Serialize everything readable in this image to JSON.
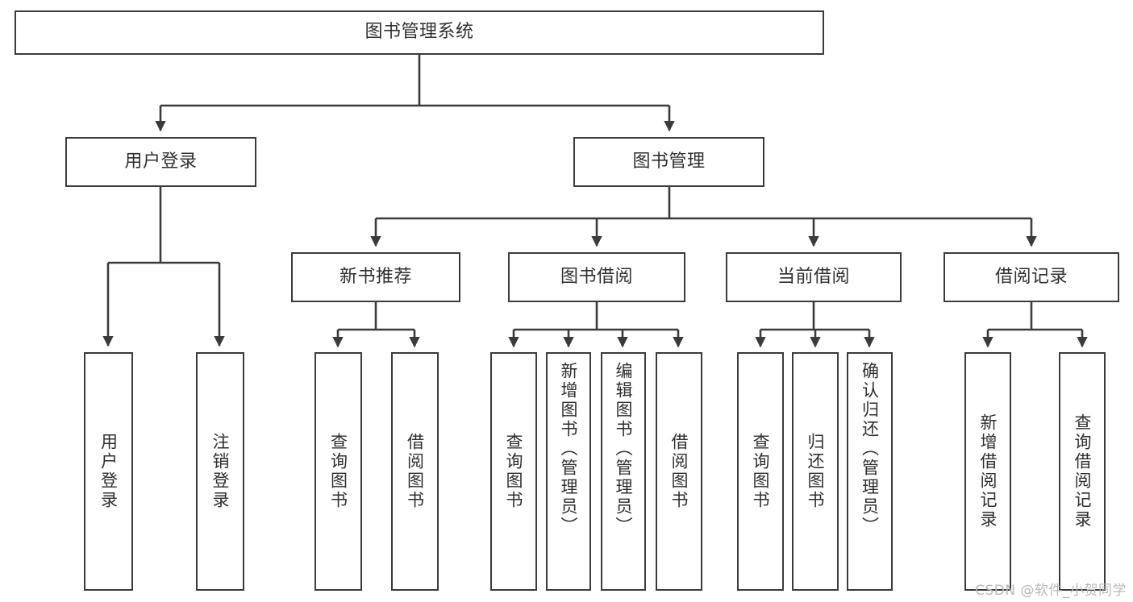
{
  "diagram": {
    "type": "tree-hierarchy",
    "title": "图书管理系统",
    "orientation": "top-down",
    "root": {
      "id": "root",
      "label": "图书管理系统",
      "label_orientation": "horizontal"
    },
    "level2": [
      {
        "id": "user-login",
        "label": "用户登录",
        "label_orientation": "horizontal"
      },
      {
        "id": "book-management",
        "label": "图书管理",
        "label_orientation": "horizontal"
      }
    ],
    "level3": [
      {
        "id": "new-book-recommend",
        "label": "新书推荐",
        "parent": "book-management",
        "label_orientation": "horizontal"
      },
      {
        "id": "book-borrow",
        "label": "图书借阅",
        "parent": "book-management",
        "label_orientation": "horizontal"
      },
      {
        "id": "current-borrow",
        "label": "当前借阅",
        "parent": "book-management",
        "label_orientation": "horizontal"
      },
      {
        "id": "borrow-record",
        "label": "借阅记录",
        "parent": "book-management",
        "label_orientation": "horizontal"
      }
    ],
    "leaves": [
      {
        "id": "leaf-user-login",
        "label": "用户登录",
        "parent": "user-login",
        "label_orientation": "vertical"
      },
      {
        "id": "leaf-logout",
        "label": "注销登录",
        "parent": "user-login",
        "label_orientation": "vertical"
      },
      {
        "id": "leaf-query-book-1",
        "label": "查询图书",
        "parent": "new-book-recommend",
        "label_orientation": "vertical"
      },
      {
        "id": "leaf-borrow-book-1",
        "label": "借阅图书",
        "parent": "new-book-recommend",
        "label_orientation": "vertical"
      },
      {
        "id": "leaf-query-book-2",
        "label": "查询图书",
        "parent": "book-borrow",
        "label_orientation": "vertical"
      },
      {
        "id": "leaf-add-book",
        "label": "新增图书（管理员）",
        "parent": "book-borrow",
        "label_orientation": "vertical"
      },
      {
        "id": "leaf-edit-book",
        "label": "编辑图书（管理员）",
        "parent": "book-borrow",
        "label_orientation": "vertical"
      },
      {
        "id": "leaf-borrow-book-2",
        "label": "借阅图书",
        "parent": "book-borrow",
        "label_orientation": "vertical"
      },
      {
        "id": "leaf-query-book-3",
        "label": "查询图书",
        "parent": "current-borrow",
        "label_orientation": "vertical"
      },
      {
        "id": "leaf-return-book",
        "label": "归还图书",
        "parent": "current-borrow",
        "label_orientation": "vertical"
      },
      {
        "id": "leaf-confirm-return",
        "label": "确认归还（管理员）",
        "parent": "current-borrow",
        "label_orientation": "vertical"
      },
      {
        "id": "leaf-add-record",
        "label": "新增借阅记录",
        "parent": "borrow-record",
        "label_orientation": "vertical"
      },
      {
        "id": "leaf-query-record",
        "label": "查询借阅记录",
        "parent": "borrow-record",
        "label_orientation": "vertical"
      }
    ],
    "colors": {
      "stroke": "#3b3b3b",
      "fill": "#ffffff",
      "text": "#2f2f2f",
      "watermark": "#b9b9b9"
    }
  },
  "watermark": {
    "text": "CSDN @软件_小贺同学"
  }
}
